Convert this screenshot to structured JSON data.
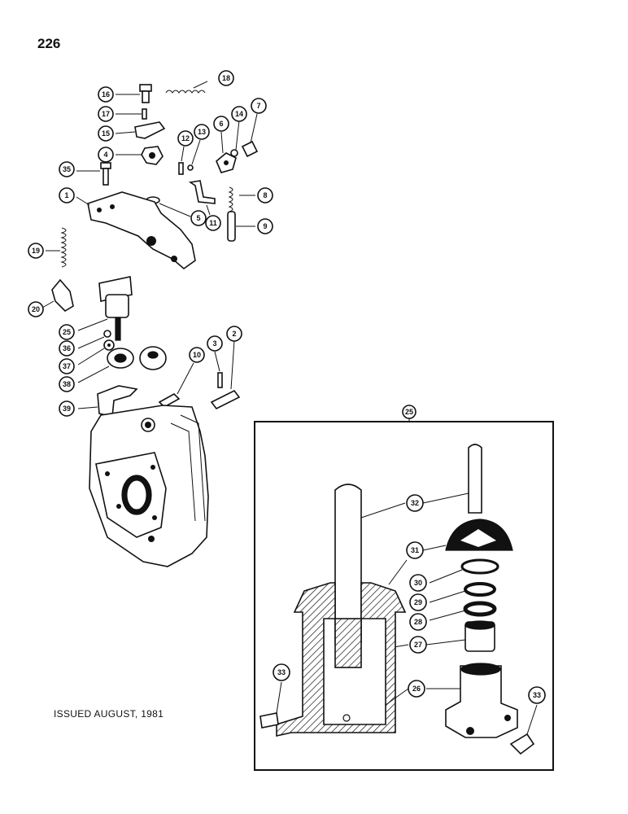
{
  "page": {
    "number": "226",
    "issued_note": "ISSUED AUGUST, 1981"
  },
  "inset": {
    "label": "25"
  },
  "callouts": {
    "c1": "1",
    "c2": "2",
    "c3": "3",
    "c4": "4",
    "c5": "5",
    "c6": "6",
    "c7": "7",
    "c8": "8",
    "c9": "9",
    "c10": "10",
    "c11": "11",
    "c12": "12",
    "c13": "13",
    "c14": "14",
    "c15": "15",
    "c16": "16",
    "c17": "17",
    "c18": "18",
    "c19": "19",
    "c20": "20",
    "c25": "25",
    "c35": "35",
    "c36": "36",
    "c37": "37",
    "c38": "38",
    "c39": "39",
    "i26": "26",
    "i27": "27",
    "i28": "28",
    "i29": "29",
    "i30": "30",
    "i31": "31",
    "i32": "32",
    "i33a": "33",
    "i33b": "33"
  }
}
